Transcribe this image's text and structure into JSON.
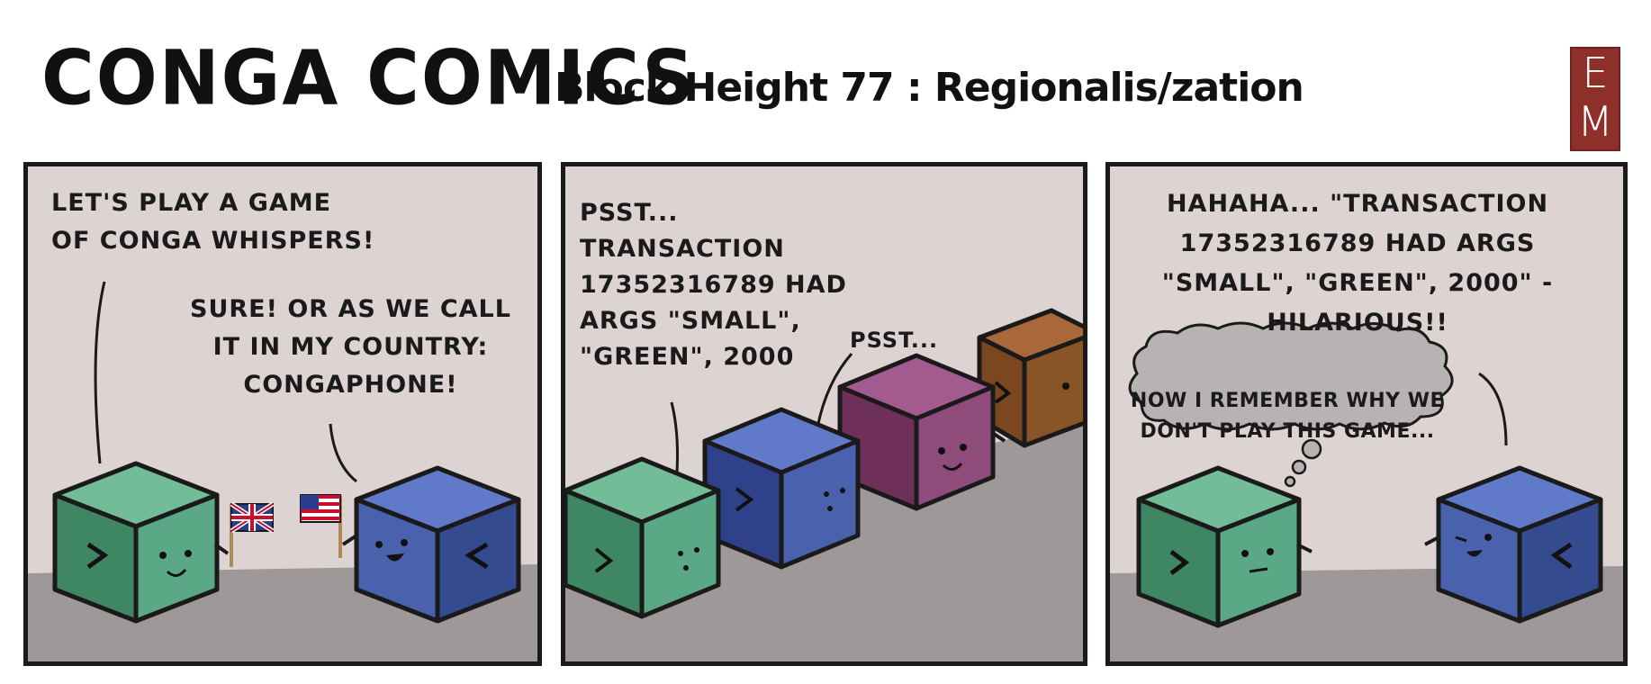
{
  "header": {
    "brand": "CONGA COMICS",
    "episode": "Block Height 77 : Regionalis/zation",
    "logo_top": "E",
    "logo_bottom": "M"
  },
  "panels": [
    {
      "speech": [
        "LET'S PLAY A GAME\nOF CONGA WHISPERS!",
        "SURE! OR AS WE CALL\nIT IN MY COUNTRY:\nCONGAPHONE!"
      ],
      "flags": [
        "uk-flag-icon",
        "us-flag-icon"
      ]
    },
    {
      "speech": [
        "PSST...\nTRANSACTION\n17352316789 HAD\nARGS \"SMALL\",\n\"GREEN\", 2000",
        "PSST..."
      ]
    },
    {
      "speech": [
        "HAHAHA... \"TRANSACTION\n17352316789 HAD ARGS\n\"SMALL\", \"GREEN\", 2000\" -\nHILARIOUS!!"
      ],
      "thought": "NOW I REMEMBER WHY WE\nDON'T PLAY THIS GAME..."
    }
  ],
  "colors": {
    "green_cube": "#5ba886",
    "blue_cube": "#4a62ad",
    "purple_cube": "#8f4c7b",
    "brown_cube": "#8a5526",
    "wall": "#ddd3d3",
    "floor": "#9e9898",
    "logo": "#8e2f2a"
  }
}
